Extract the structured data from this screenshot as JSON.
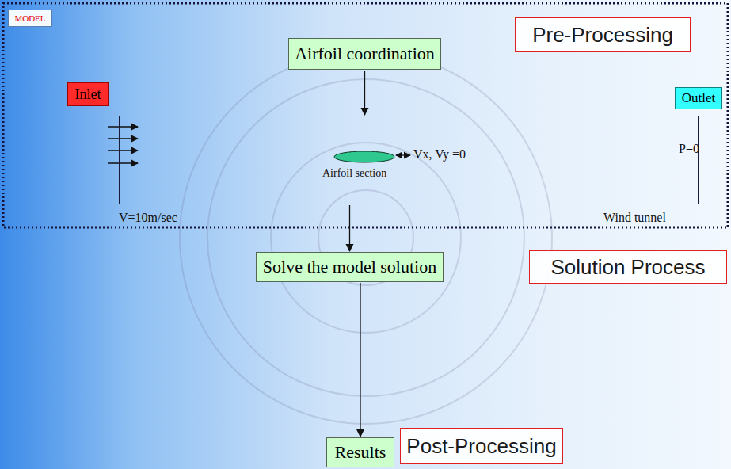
{
  "diagram": {
    "nodes": [
      {
        "text": [
          "MODEL"
        ]
      },
      {
        "text": [
          "Airfoil coordination"
        ]
      },
      {
        "text": [
          "Pre-Processing"
        ]
      },
      {
        "text": [
          "Inlet"
        ]
      },
      {
        "text": [
          "Outlet"
        ]
      },
      {
        "text": [
          "Airfoil section",
          "P=0"
        ]
      },
      {
        "text": [
          "Solve the model solution"
        ]
      },
      {
        "text": [
          "Solution Process"
        ]
      },
      {
        "text": [
          "Results"
        ]
      },
      {
        "text": [
          "Post-Processing"
        ]
      }
    ],
    "edges": [
      {
        "from": 1,
        "to": 5,
        "arrow": "to"
      },
      {
        "from": 5,
        "to": 6,
        "arrow": "to"
      },
      {
        "from": 6,
        "to": 8,
        "arrow": "to"
      }
    ],
    "labels": [
      "Vx, Vy =0",
      "V=10m/sec",
      "Wind tunnel"
    ]
  }
}
